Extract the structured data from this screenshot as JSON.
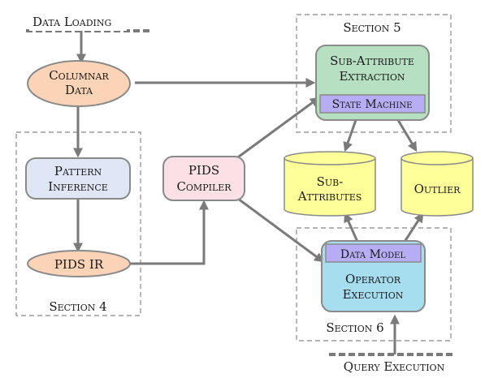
{
  "labels": {
    "data_loading": "Data Loading",
    "query_execution": "Query Execution",
    "section4": "Section 4",
    "section5": "Section 5",
    "section6": "Section 6"
  },
  "nodes": {
    "columnar_data": {
      "line1": "Columnar",
      "line2": "Data"
    },
    "pattern_inference": {
      "line1": "Pattern",
      "line2": "Inference"
    },
    "pids_ir": {
      "text": "PIDS IR"
    },
    "pids_compiler": {
      "line1": "PIDS",
      "line2": "Compiler"
    },
    "sub_attribute_extraction": {
      "line1": "Sub-Attribute",
      "line2": "Extraction"
    },
    "state_machine": {
      "text": "State Machine"
    },
    "sub_attributes": {
      "line1": "Sub-",
      "line2": "Attributes"
    },
    "outlier": {
      "text": "Outlier"
    },
    "data_model": {
      "text": "Data Model"
    },
    "operator_execution": {
      "line1": "Operator",
      "line2": "Execution"
    }
  },
  "colors": {
    "orange_fill": "#fbd3b6",
    "blue_fill": "#dfe6f6",
    "pink_fill": "#fbe1e6",
    "green_fill": "#b7dfc1",
    "purple_fill": "#b7adf4",
    "cyan_fill": "#a6def0",
    "yellow_fill": "#ffff99",
    "edge": "#7a7a7a"
  }
}
